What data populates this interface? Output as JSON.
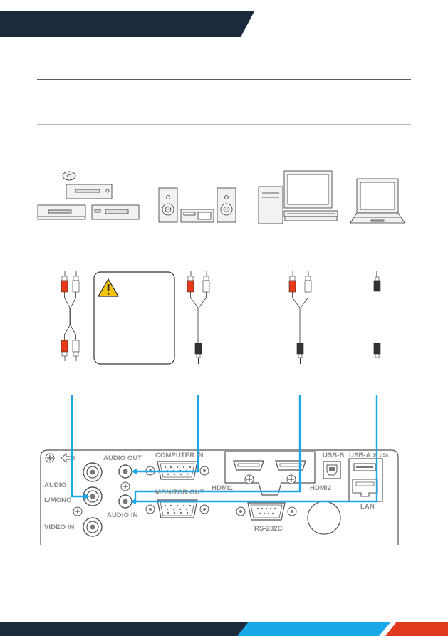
{
  "header": {
    "bar_color": "#1c2a3e"
  },
  "footer": {
    "bar_color": "#1c2a3e",
    "accent_blue": "#1aa8e8",
    "accent_red": "#e03a1e"
  },
  "devices": {
    "group1": {
      "icon": "dvd-vcr-players-icon"
    },
    "group2": {
      "icon": "stereo-system-icon"
    },
    "group3": {
      "icon": "desktop-computer-icon"
    },
    "group4": {
      "icon": "laptop-icon"
    }
  },
  "warning": {
    "icon": "warning-triangle-icon"
  },
  "cables": {
    "cable1": {
      "icon": "rca-to-rca-cable-icon"
    },
    "cable2": {
      "icon": "rca-to-minijack-cable-icon"
    },
    "cable3": {
      "icon": "rca-to-minijack-cable-icon"
    },
    "cable4": {
      "icon": "minijack-cable-icon"
    },
    "line_color": "#1aa8e8"
  },
  "panel": {
    "labels": {
      "audio_out": "AUDIO OUT",
      "computer_in": "COMPUTER IN",
      "audio": "AUDIO",
      "l_mono": "L/MONO",
      "video_in": "VIDEO IN",
      "monitor_out": "MONITOR OUT",
      "audio_in": "AUDIO IN",
      "hdmi1": "HDMI1",
      "hdmi2": "HDMI2",
      "rs232c": "RS-232C",
      "usb_b": "USB-B",
      "usb_a": "USB-A",
      "usb_a_spec": "5V 1.5A",
      "lan": "LAN"
    }
  }
}
